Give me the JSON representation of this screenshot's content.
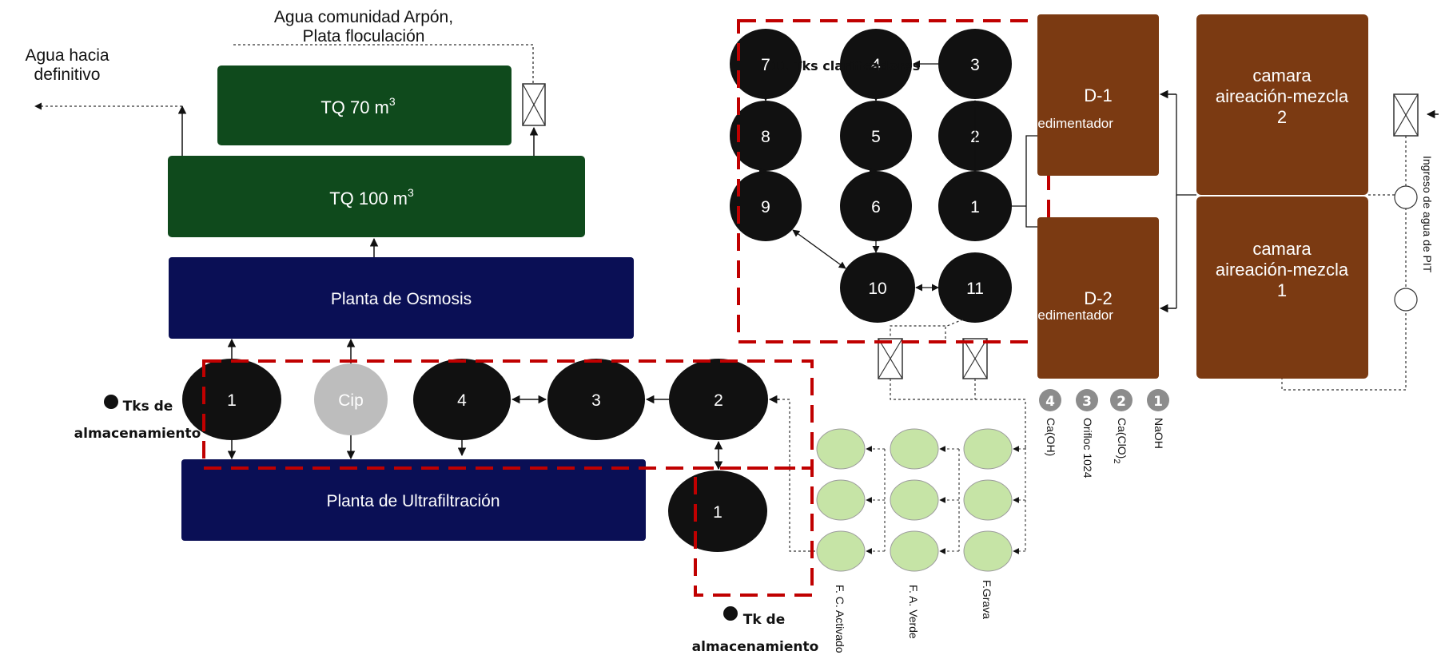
{
  "top_labels": {
    "community_line1": "Agua comunidad Arpón,",
    "community_line2": "Plata floculación",
    "definitive_line1": "Agua hacia",
    "definitive_line2": "definitivo"
  },
  "tanks": {
    "tq70": "TQ 70 m",
    "tq70_sup": "3",
    "tq100": "TQ 100 m",
    "tq100_sup": "3"
  },
  "plants": {
    "osmosis": "Planta de Osmosis",
    "ultrafiltration": "Planta de Ultrafiltración"
  },
  "storage_row": [
    "1",
    "Cip",
    "4",
    "3",
    "2"
  ],
  "storage_tank_below": "1",
  "callouts": {
    "tks_line1": "Tks de",
    "tks_line2": "almacenamiento",
    "tk_line1": "Tk de",
    "tk_line2": "almacenamiento"
  },
  "clarifiers": {
    "title": "11 Tks clarificadores",
    "grid": [
      [
        "7",
        "4",
        "3"
      ],
      [
        "8",
        "5",
        "2"
      ],
      [
        "9",
        "6",
        "1"
      ]
    ],
    "bottom": [
      "10",
      "11"
    ]
  },
  "sedimenters": {
    "d1": "D-1",
    "d1_sub": "Sedimentador",
    "d2": "D-2",
    "d2_sub": "Sedimentador"
  },
  "aeration": {
    "c2_line1": "camara",
    "c2_line2": "aireación-mezcla",
    "c2_line3": "2",
    "c1_line1": "camara",
    "c1_line2": "aireación-mezcla",
    "c1_line3": "1"
  },
  "inlet_label": "Ingreso de agua de PIT",
  "chemicals": [
    {
      "num": "4",
      "name": "Ca(OH)"
    },
    {
      "num": "3",
      "name": "Orifloc 1024"
    },
    {
      "num": "2",
      "name": "Ca(ClO)",
      "sub": "2"
    },
    {
      "num": "1",
      "name": "NaOH"
    }
  ],
  "filters": [
    "F. C. Activado",
    "F. A. Verde",
    "F.Grava"
  ],
  "colors": {
    "green_tank": "#0f4a1c",
    "navy_plant": "#0a0f55",
    "brown_unit": "#7b3a12",
    "black_tank": "#111111",
    "cip_gray": "#bdbdbd",
    "filter_green": "#c6e4a6",
    "dash_red": "#c00000",
    "badge_gray": "#8c8c8c"
  }
}
